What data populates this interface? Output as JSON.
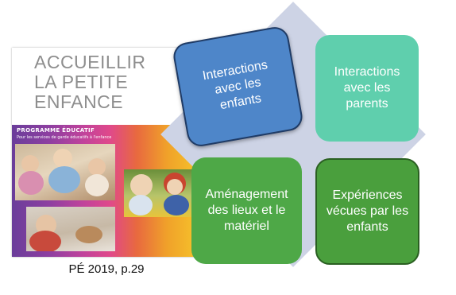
{
  "cover": {
    "title_line1": "ACCUEILLIR",
    "title_line2": "LA PETITE",
    "title_line3": "ENFANCE",
    "program": "PROGRAMME ÉDUCATIF",
    "program_sub": "Pour les services de garde éducatifs à l'enfance"
  },
  "caption": "PÉ 2019, p.29",
  "tiles": {
    "top_left": {
      "line1": "Interactions",
      "line2": "avec les",
      "line3": "enfants",
      "color": "#4e86c9"
    },
    "top_right": {
      "line1": "Interactions",
      "line2": "avec les",
      "line3": "parents",
      "color": "#5fcfad"
    },
    "bottom_left": {
      "line1": "Aménagement",
      "line2": "des lieux et le",
      "line3": "matériel",
      "color": "#4ea847"
    },
    "bottom_right": {
      "line1": "Expériences",
      "line2": "vécues par les",
      "line3": "enfants",
      "color": "#4a9f3d"
    }
  },
  "diamond_color": "#cdd3e5"
}
